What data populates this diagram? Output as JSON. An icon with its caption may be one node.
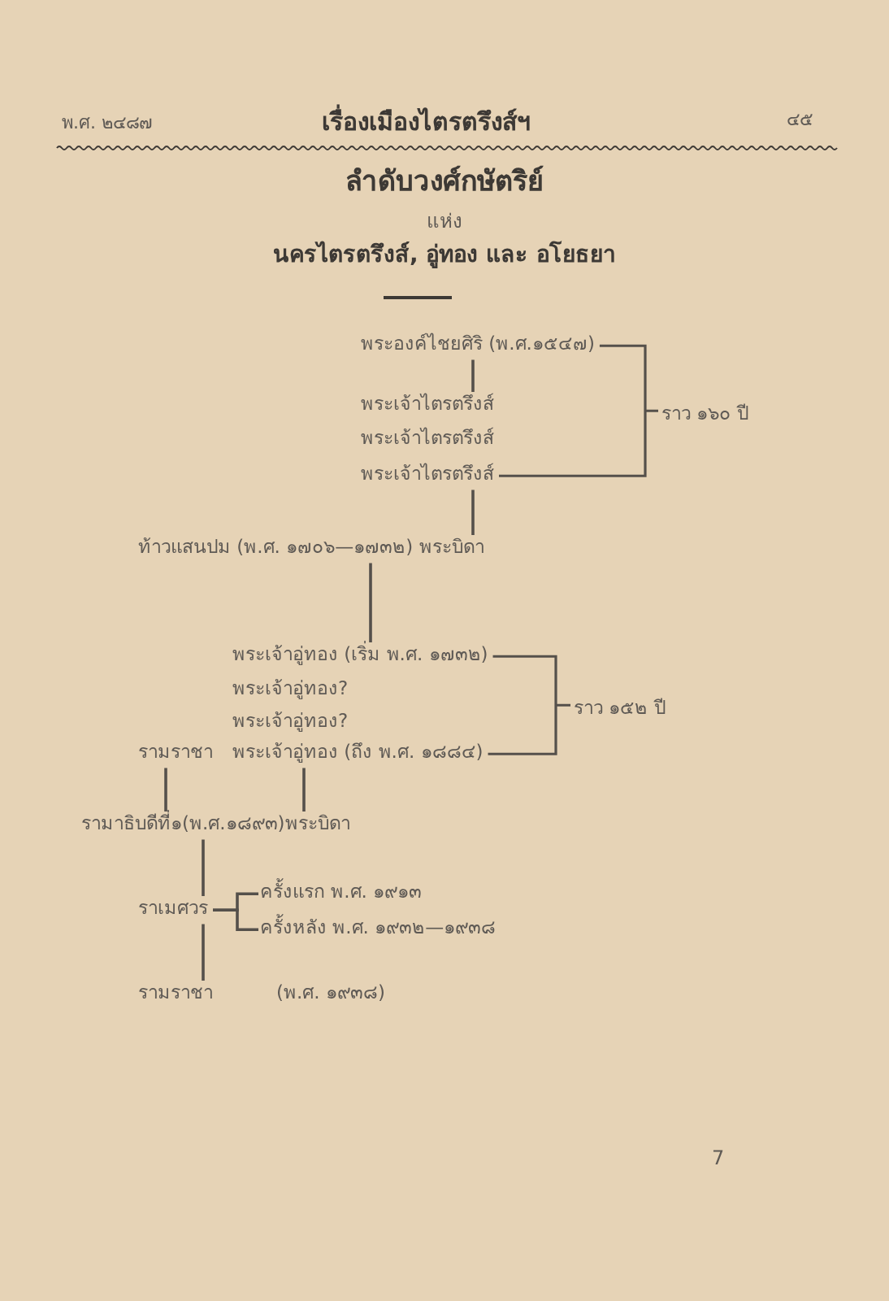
{
  "diagram": {
    "title": "ลำดับวงศ์กษัตริย์",
    "nodes": [
      {
        "text": [
          "พระองค์ไชยศิริ (พ.ศ.๑๕๔๗)"
        ]
      },
      {
        "text": [
          "พระเจ้าไตรตรึงส์"
        ]
      },
      {
        "text": [
          "พระเจ้าไตรตรึงส์"
        ]
      },
      {
        "text": [
          "พระเจ้าไตรตรึงส์"
        ]
      },
      {
        "text": [
          "ท้าวแสนปม (พ.ศ. ๑๗๐๖—๑๗๓๒) พระบิดา"
        ]
      },
      {
        "text": [
          "พระเจ้าอู่ทอง (เริ่ม พ.ศ. ๑๗๓๒)"
        ]
      },
      {
        "text": [
          "พระเจ้าอู่ทอง?"
        ]
      },
      {
        "text": [
          "พระเจ้าอู่ทอง?"
        ]
      },
      {
        "text": [
          "รามราชา"
        ]
      },
      {
        "text": [
          "พระเจ้าอู่ทอง (ถึง พ.ศ. ๑๘๘๔)"
        ]
      },
      {
        "text": [
          "รามาธิบดีที่๑(พ.ศ.๑๘๙๓)พระบิดา"
        ]
      },
      {
        "text": [
          "ราเมศวร"
        ]
      },
      {
        "text": [
          "ครั้งแรก พ.ศ. ๑๙๑๓"
        ]
      },
      {
        "text": [
          "ครั้งหลัง พ.ศ. ๑๙๓๒—๑๙๓๘"
        ]
      },
      {
        "text": [
          "รามราชา"
        ],
        "beside": [
          "(พ.ศ. ๑๙๓๘)"
        ]
      }
    ],
    "edges": [
      {
        "from": 0,
        "to": 1,
        "arrow": "none"
      },
      {
        "from": 3,
        "to": 4,
        "arrow": "none"
      },
      {
        "from": 4,
        "to": 5,
        "arrow": "none"
      },
      {
        "from": 8,
        "to": 10,
        "arrow": "none"
      },
      {
        "from": 9,
        "to": 10,
        "arrow": "none"
      },
      {
        "from": 10,
        "to": 11,
        "arrow": "none"
      },
      {
        "from": 11,
        "to": 12,
        "arrow": "none"
      },
      {
        "from": 11,
        "to": 13,
        "arrow": "none"
      },
      {
        "from": 11,
        "to": 14,
        "arrow": "none"
      }
    ],
    "labels": [
      "พ.ศ. ๒๔๘๗",
      "เรื่องเมืองไตรตรึงส์ฯ",
      "๔๕",
      "แห่ง",
      "นครไตรตรึงส์, อู่ทอง และ อโยธยา",
      "ราว ๑๖๐ ปี",
      "ราว ๑๕๒ ปี",
      "7"
    ]
  }
}
